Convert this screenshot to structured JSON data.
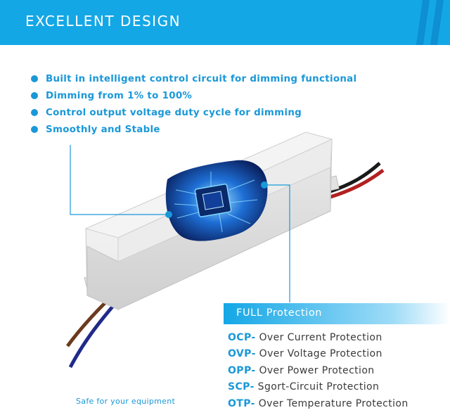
{
  "header": {
    "title": "EXCELLENT DESIGN",
    "bg_color": "#14a7e6"
  },
  "features": [
    {
      "text": "Built in intelligent control circuit for dimming functional"
    },
    {
      "text": "Dimming from 1% to 100%"
    },
    {
      "text": "Control output voltage duty cycle for dimming"
    },
    {
      "text": "Smoothly and Stable"
    }
  ],
  "protection": {
    "title": "FULL Protection",
    "items": [
      {
        "code": "OCP-",
        "desc": "Over Current Protection"
      },
      {
        "code": "OVP-",
        "desc": "Over Voltage Protection"
      },
      {
        "code": "OPP-",
        "desc": "Over Power Protection"
      },
      {
        "code": "SCP-",
        "desc": "Sgort-Circuit Protection"
      },
      {
        "code": "OTP-",
        "desc": "Over Temperature Protection"
      }
    ]
  },
  "footer": {
    "note": "Safe for your equipment"
  },
  "colors": {
    "accent": "#1a98d8",
    "header": "#14a7e6",
    "text": "#3a3a3a"
  }
}
